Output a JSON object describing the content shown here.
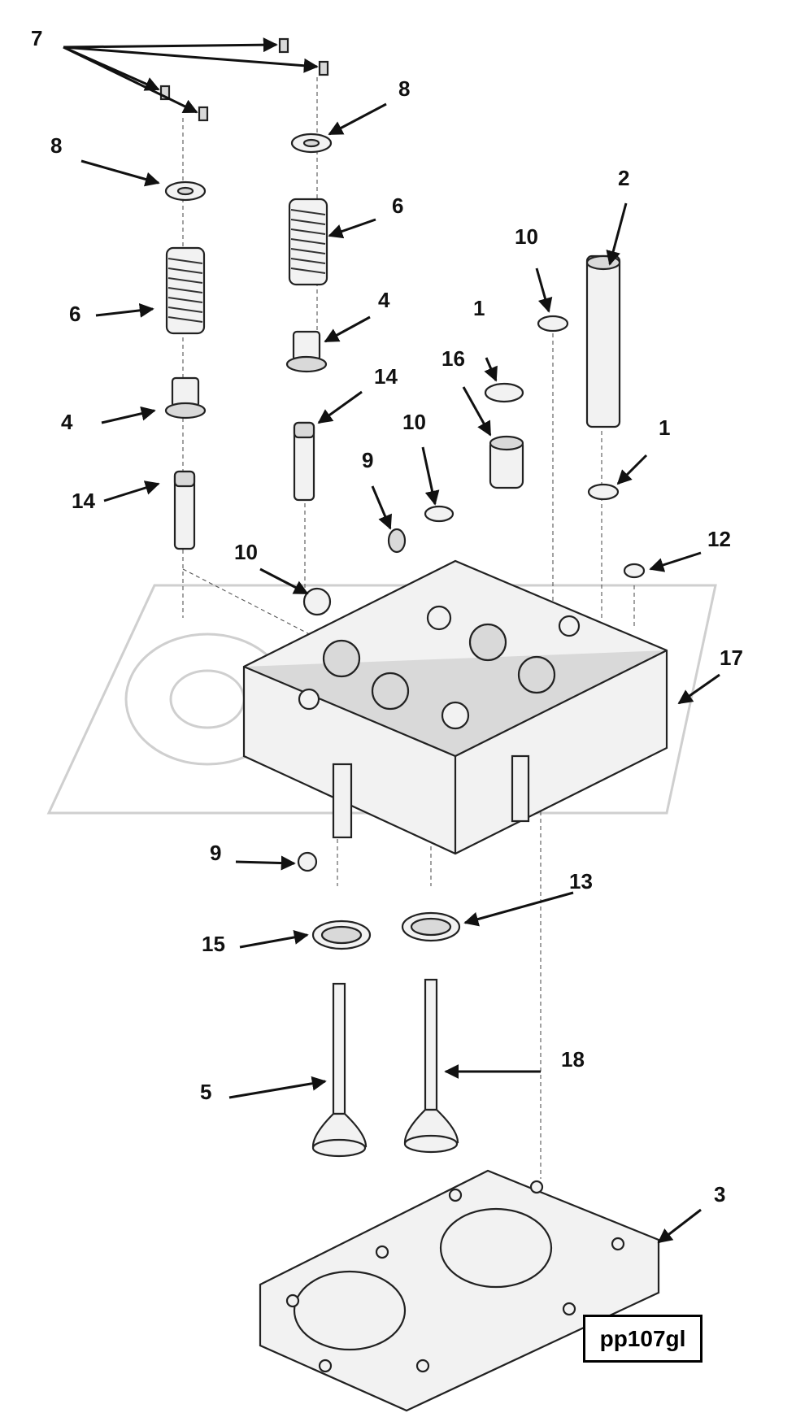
{
  "figure_ref": "pp107gl",
  "callouts": {
    "c7": "7",
    "c8a": "8",
    "c8b": "8",
    "c6a": "6",
    "c6b": "6",
    "c4a": "4",
    "c4b": "4",
    "c14a": "14",
    "c14b": "14",
    "c2": "2",
    "c10a": "10",
    "c10b": "10",
    "c10c": "10",
    "c1a": "1",
    "c1b": "1",
    "c16": "16",
    "c9a": "9",
    "c9b": "9",
    "c12": "12",
    "c17": "17",
    "c13": "13",
    "c15": "15",
    "c5": "5",
    "c18": "18",
    "c3": "3"
  }
}
